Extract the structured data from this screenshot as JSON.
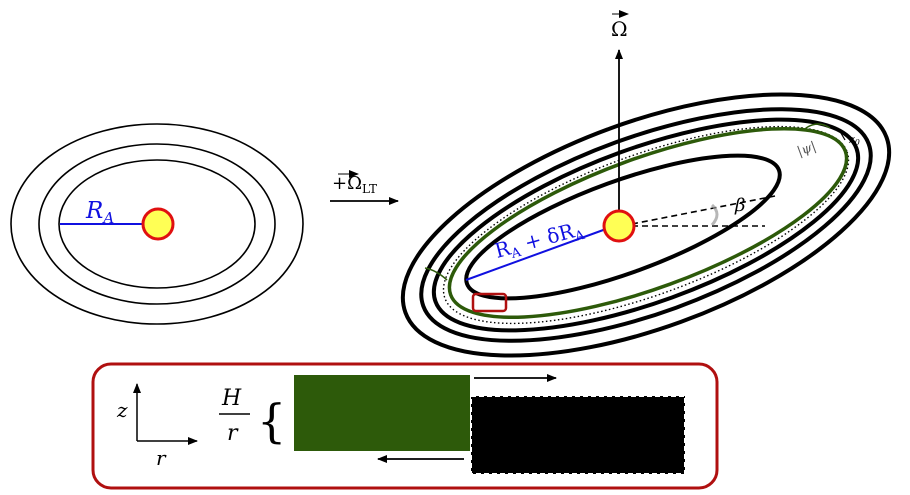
{
  "left_disk": {
    "radius_label": "R",
    "radius_subscript": "A"
  },
  "transition": {
    "operator": "+Ω",
    "subscript": "LT"
  },
  "right_disk": {
    "axis_label": "Ω",
    "radius_label": "R",
    "radius_subscript": "A",
    "radius_extra": " + δR",
    "radius_extra_subscript": "A",
    "tilt_label": "β",
    "psi_label": "|ψ|",
    "z0_label": "z",
    "z0_subscript": "0"
  },
  "inset": {
    "z_axis_label": "z",
    "r_axis_label": "r",
    "fraction_numerator": "H",
    "fraction_denominator": "r",
    "brace": "{"
  },
  "colors": {
    "disk_green": "#2d5a0a",
    "radius_blue": "#1010e0",
    "star_fill": "#ffff55",
    "star_stroke": "#e01010",
    "frame_red": "#b01010"
  }
}
